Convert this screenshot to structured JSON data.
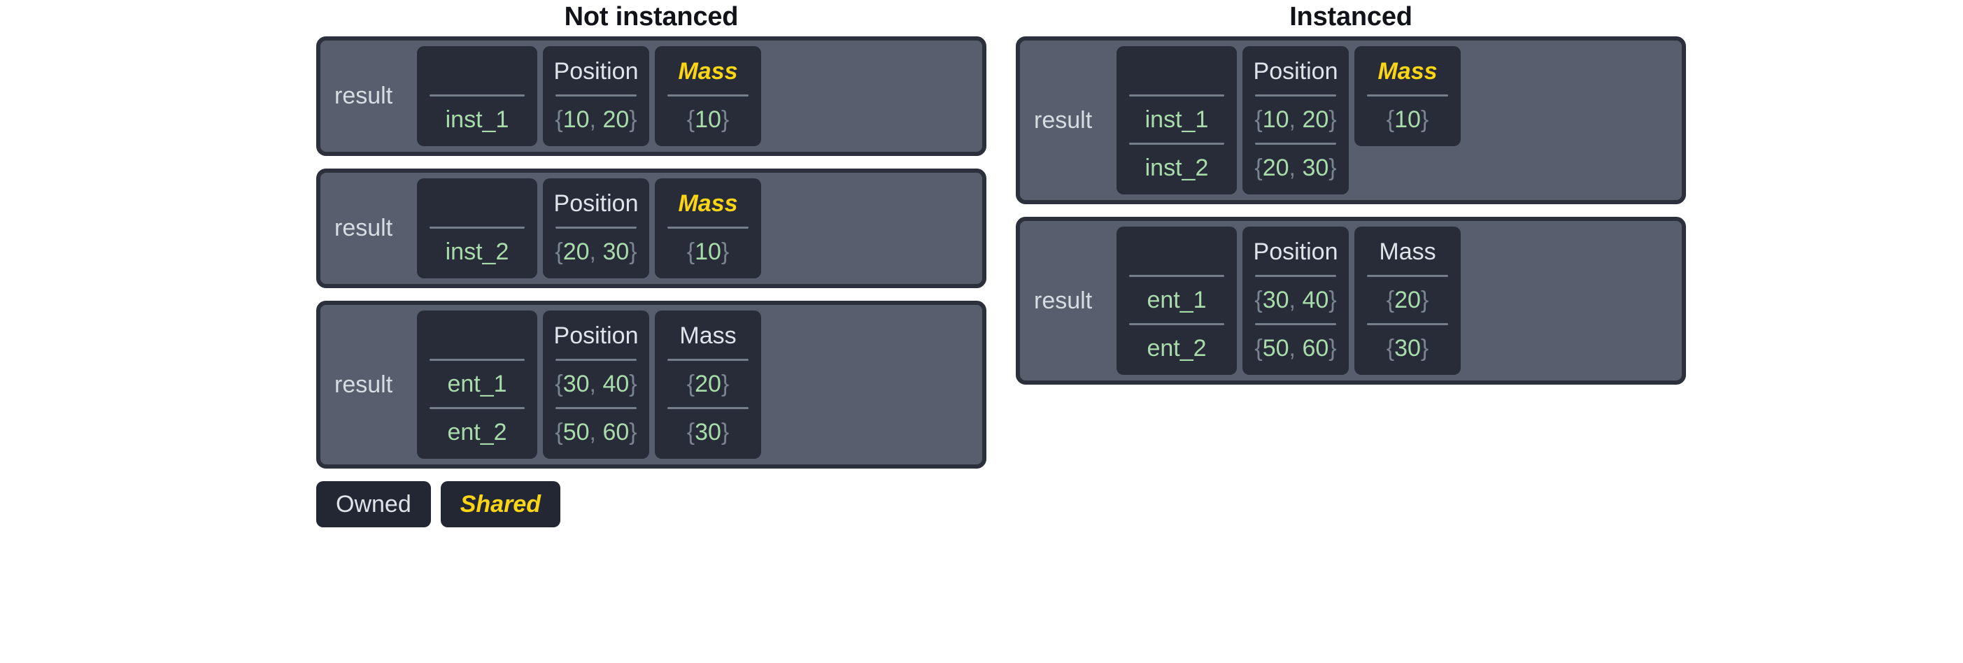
{
  "sections": [
    {
      "title": "Not instanced",
      "panels": [
        {
          "label": "result",
          "columns": [
            {
              "header": "",
              "shared": false,
              "blank": true,
              "values": [
                "inst_1"
              ],
              "kind": "name"
            },
            {
              "header": "Position",
              "shared": false,
              "blank": false,
              "values": [
                "{10, 20}"
              ],
              "kind": "position"
            },
            {
              "header": "Mass",
              "shared": true,
              "blank": false,
              "values": [
                "{10}"
              ],
              "kind": "mass"
            }
          ]
        },
        {
          "label": "result",
          "columns": [
            {
              "header": "",
              "shared": false,
              "blank": true,
              "values": [
                "inst_2"
              ],
              "kind": "name"
            },
            {
              "header": "Position",
              "shared": false,
              "blank": false,
              "values": [
                "{20, 30}"
              ],
              "kind": "position"
            },
            {
              "header": "Mass",
              "shared": true,
              "blank": false,
              "values": [
                "{10}"
              ],
              "kind": "mass"
            }
          ]
        },
        {
          "label": "result",
          "columns": [
            {
              "header": "",
              "shared": false,
              "blank": true,
              "values": [
                "ent_1",
                "ent_2"
              ],
              "kind": "name"
            },
            {
              "header": "Position",
              "shared": false,
              "blank": false,
              "values": [
                "{30, 40}",
                "{50, 60}"
              ],
              "kind": "position"
            },
            {
              "header": "Mass",
              "shared": false,
              "blank": false,
              "values": [
                "{20}",
                "{30}"
              ],
              "kind": "mass"
            }
          ]
        }
      ]
    },
    {
      "title": "Instanced",
      "panels": [
        {
          "label": "result",
          "columns": [
            {
              "header": "",
              "shared": false,
              "blank": true,
              "values": [
                "inst_1",
                "inst_2"
              ],
              "kind": "name"
            },
            {
              "header": "Position",
              "shared": false,
              "blank": false,
              "values": [
                "{10, 20}",
                "{20, 30}"
              ],
              "kind": "position"
            },
            {
              "header": "Mass",
              "shared": true,
              "blank": false,
              "values": [
                "{10}"
              ],
              "kind": "mass"
            }
          ]
        },
        {
          "label": "result",
          "columns": [
            {
              "header": "",
              "shared": false,
              "blank": true,
              "values": [
                "ent_1",
                "ent_2"
              ],
              "kind": "name"
            },
            {
              "header": "Position",
              "shared": false,
              "blank": false,
              "values": [
                "{30, 40}",
                "{50, 60}"
              ],
              "kind": "position"
            },
            {
              "header": "Mass",
              "shared": false,
              "blank": false,
              "values": [
                "{20}",
                "{30}"
              ],
              "kind": "mass"
            }
          ]
        }
      ]
    }
  ],
  "legend": [
    {
      "label": "Owned",
      "shared": false
    },
    {
      "label": "Shared",
      "shared": true
    }
  ],
  "colors": {
    "panel_background": "#585e6d",
    "panel_border": "#2b303c",
    "column_card": "#272c38",
    "owned_text": "#dfe3ea",
    "shared_text": "#fcd513",
    "value_text": "#a9dcab",
    "brace_text": "#7b8391",
    "rule": "#757c8a",
    "title_text": "#111318",
    "page_background": "#ffffff"
  }
}
